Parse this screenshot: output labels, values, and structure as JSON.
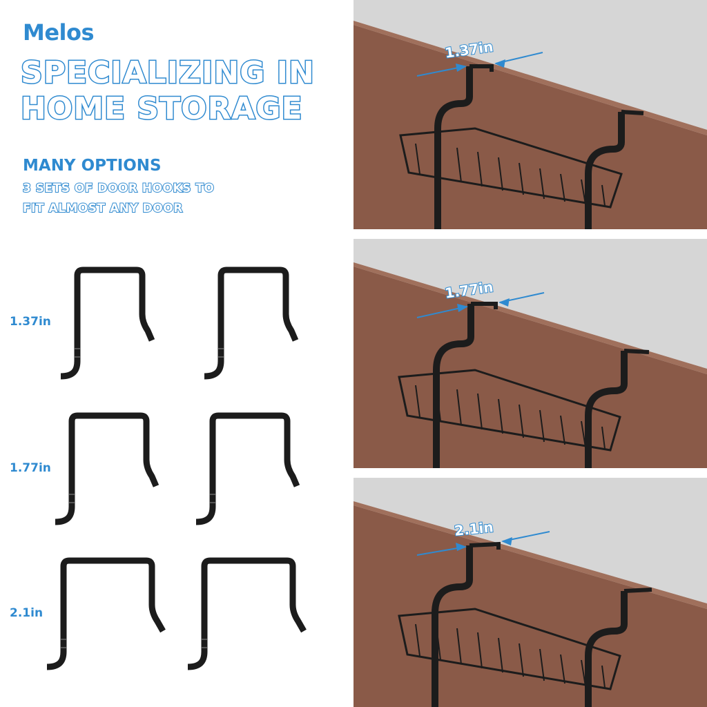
{
  "brand": "Melos",
  "headline": {
    "line1": "SPECIALIZING IN",
    "line2": "HOME STORAGE"
  },
  "options": {
    "title": "MANY OPTIONS",
    "line1": "3 SETS OF DOOR HOOKS TO",
    "line2": "FIT ALMOST ANY DOOR"
  },
  "sizes": [
    "1.37in",
    "1.77in",
    "2.1in"
  ],
  "photos": [
    {
      "label": "1.37in"
    },
    {
      "label": "1.77in"
    },
    {
      "label": "2.1in"
    }
  ],
  "colors": {
    "accent": "#2f8ad0",
    "door": "#8a5a48",
    "wall": "#d6d6d6",
    "metal": "#1c1c1c"
  }
}
